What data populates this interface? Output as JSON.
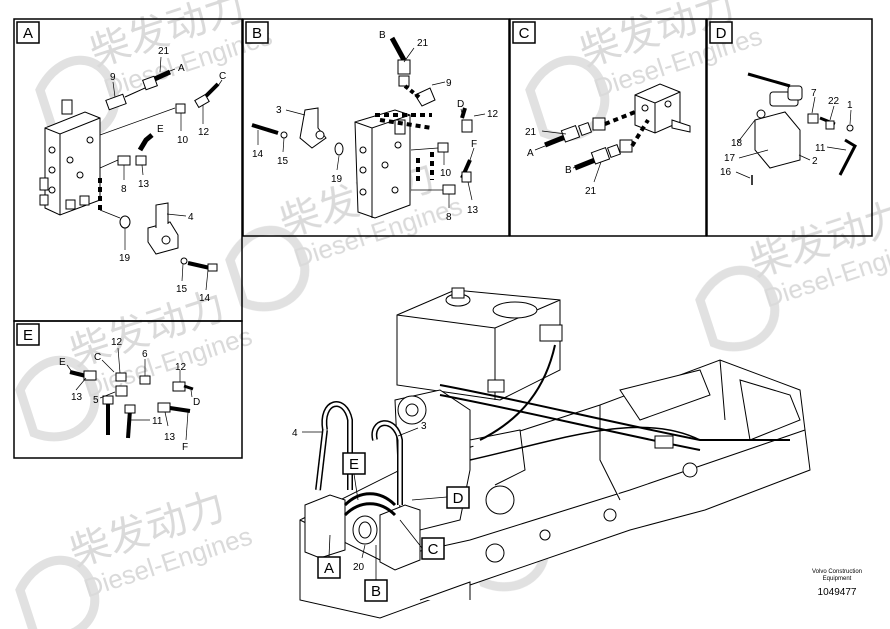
{
  "panels": [
    {
      "key": "A",
      "letter": "A"
    },
    {
      "key": "B",
      "letter": "B"
    },
    {
      "key": "C",
      "letter": "C"
    },
    {
      "key": "D",
      "letter": "D"
    },
    {
      "key": "E",
      "letter": "E"
    }
  ],
  "callouts": {
    "a21": "21",
    "aA": "A",
    "a9": "9",
    "aC": "C",
    "aE": "E",
    "a10": "10",
    "a12": "12",
    "a8": "8",
    "a13": "13",
    "a4": "4",
    "a19": "19",
    "a15": "15",
    "a14": "14",
    "bB": "B",
    "b21": "21",
    "b9": "9",
    "b3": "3",
    "bD": "D",
    "b12": "12",
    "b14": "14",
    "b15": "15",
    "b19": "19",
    "b10": "10",
    "bF": "F",
    "b8": "8",
    "b13": "13",
    "c21a": "21",
    "cA": "A",
    "cB": "B",
    "c21b": "21",
    "d7": "7",
    "d22": "22",
    "d1": "1",
    "d18": "18",
    "d17": "17",
    "d16": "16",
    "d11": "11",
    "d2": "2",
    "e12a": "12",
    "eC": "C",
    "e6": "6",
    "eE": "E",
    "e12b": "12",
    "e13a": "13",
    "e5": "5",
    "eD": "D",
    "e11": "11",
    "e13b": "13",
    "eF": "F",
    "m4": "4",
    "m3": "3",
    "m20": "20"
  },
  "main_tags": {
    "E": "E",
    "D": "D",
    "C": "C",
    "A": "A",
    "B": "B"
  },
  "watermark": {
    "cn": "柴发动力",
    "en": "Diesel-Engines"
  },
  "footer": {
    "line1": "Volvo Construction",
    "line2": "Equipment",
    "number": "1049477"
  }
}
